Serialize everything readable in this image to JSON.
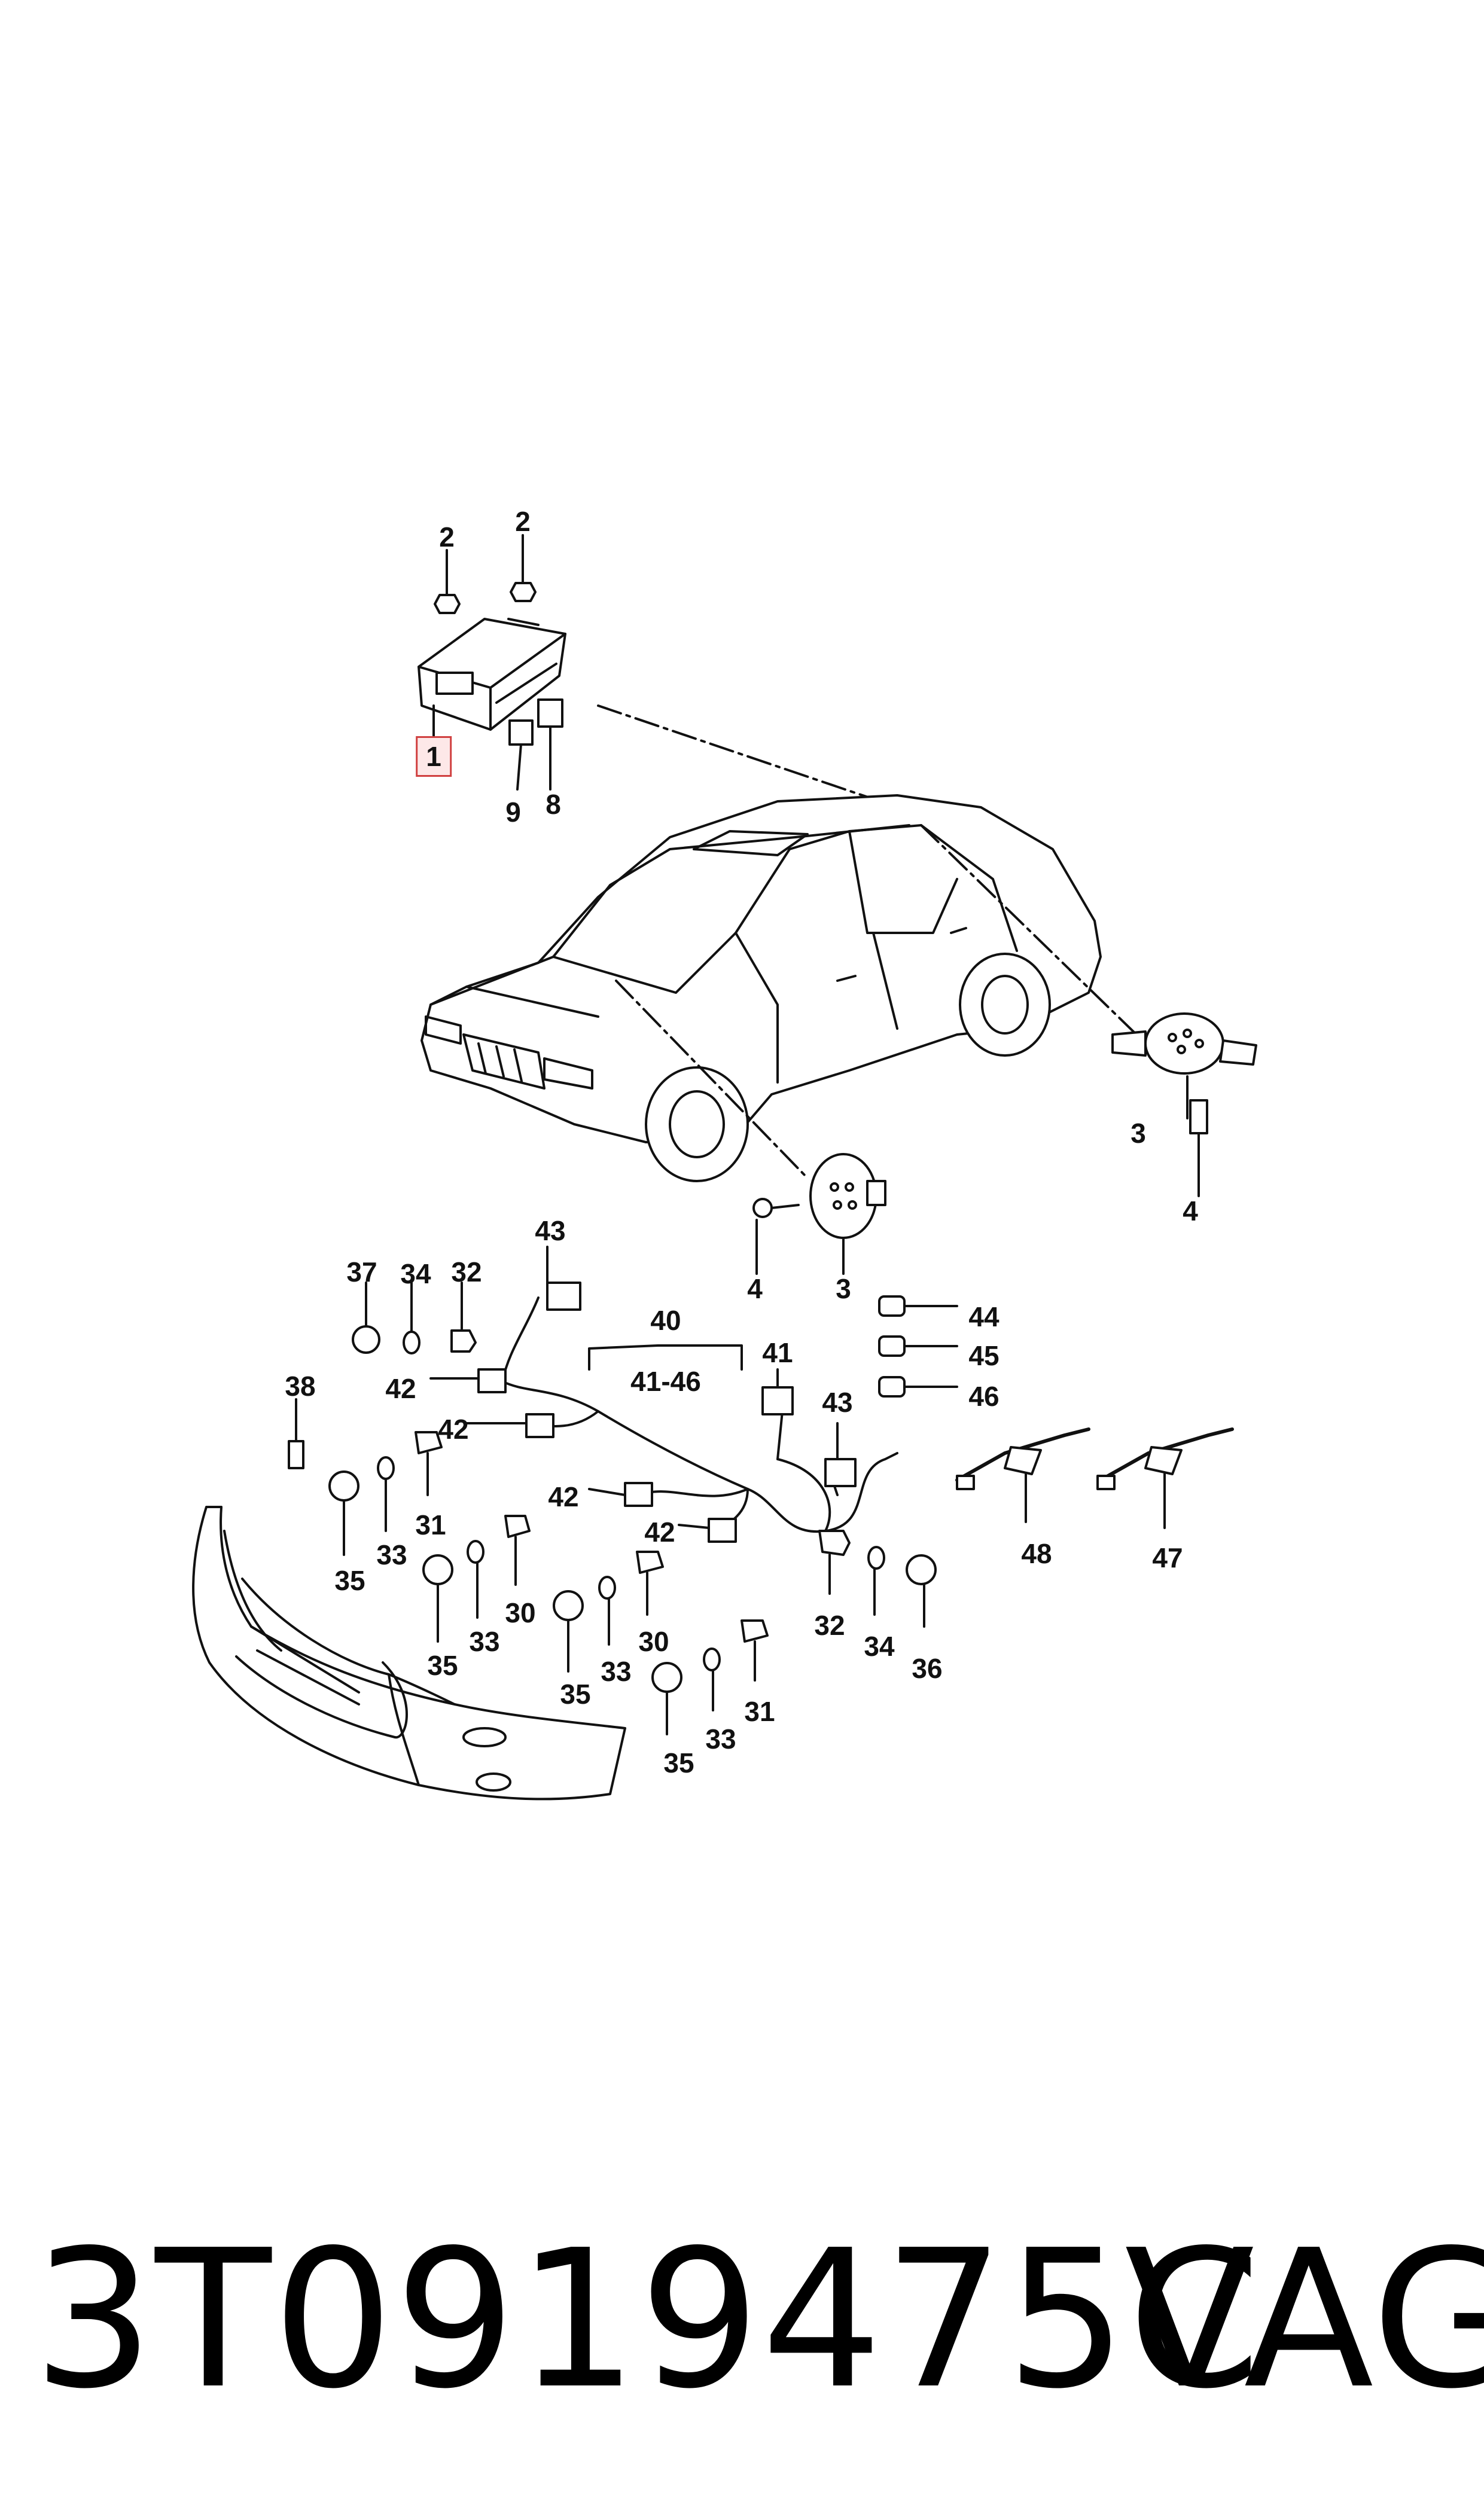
{
  "callouts": {
    "c1": "1",
    "c2a": "2",
    "c2b": "2",
    "c3a": "3",
    "c3b": "3",
    "c4a": "4",
    "c4b": "4",
    "c8": "8",
    "c9": "9",
    "c30a": "30",
    "c30b": "30",
    "c31a": "31",
    "c31b": "31",
    "c32a": "32",
    "c32b": "32",
    "c33a": "33",
    "c33b": "33",
    "c33c": "33",
    "c33d": "33",
    "c34a": "34",
    "c34b": "34",
    "c35a": "35",
    "c35b": "35",
    "c35c": "35",
    "c35d": "35",
    "c36": "36",
    "c37": "37",
    "c38": "38",
    "c40": "40",
    "c41": "41",
    "c41_46": "41-46",
    "c42a": "42",
    "c42b": "42",
    "c42c": "42",
    "c42d": "42",
    "c43a": "43",
    "c43b": "43",
    "c44": "44",
    "c45": "45",
    "c46": "46",
    "c47": "47",
    "c48": "48"
  },
  "footer": {
    "part_number": "3T0919475C",
    "brand": "VAG"
  },
  "colors": {
    "highlight_border": "#d04040",
    "highlight_fill": "#fde8e8",
    "line": "#111111"
  }
}
